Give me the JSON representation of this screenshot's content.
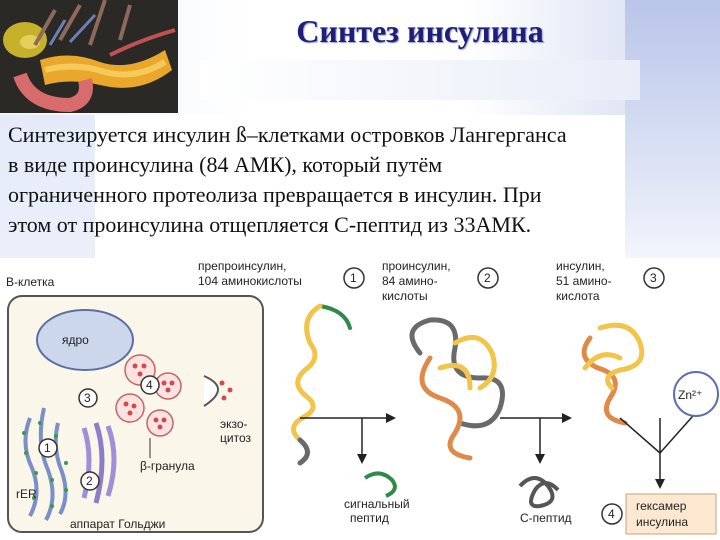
{
  "title": "Синтез инсулина",
  "paragraph": [
    "Синтезируется инсулин ß–клетками островков Лангерганса",
    "в виде проинсулина (84 АМК), который путём",
    "ограниченного протеолиза превращается в инсулин. При",
    "этом от проинсулина отщепляется С-пептид из 33АМК."
  ],
  "diagram": {
    "cell_label": "В-клетка",
    "nucleus_label": "ядро",
    "rer_label": "rER",
    "golgi_label": "аппарат Гольджи",
    "granule_label": "β-гранула",
    "exocytosis_label_1": "экзо-",
    "exocytosis_label_2": "цитоз",
    "cell_markers": [
      "1",
      "2",
      "3",
      "4"
    ],
    "stage1_label_1": "препроинсулин,",
    "stage1_label_2": "104 аминокислоты",
    "stage1_marker": "1",
    "stage2_label_1": "проинсулин,",
    "stage2_label_2": "84 амино-",
    "stage2_label_3": "кислоты",
    "stage2_marker": "2",
    "stage3_label_1": "инсулин,",
    "stage3_label_2": "51 амино-",
    "stage3_label_3": "кислота",
    "stage3_marker": "3",
    "signal_peptide_1": "сигнальный",
    "signal_peptide_2": "пептид",
    "c_peptide": "С-пептид",
    "zinc_label": "Zn²⁺",
    "hexamer_1": "гексамер",
    "hexamer_2": "инсулина",
    "stage4_marker": "4"
  }
}
